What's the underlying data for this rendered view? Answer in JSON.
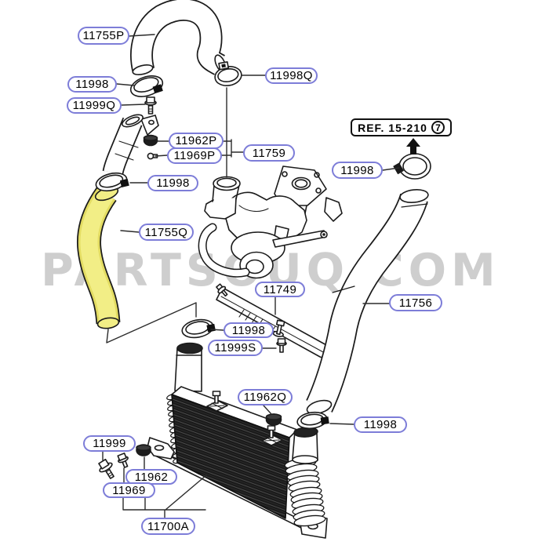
{
  "watermark": {
    "text": "PARTSOUQ.COM",
    "color": "#9e9e9e"
  },
  "ref_box": {
    "label": "REF. 15-210",
    "circled_number": "7"
  },
  "colors": {
    "label_border": "#7d7dd8",
    "line_art": "#1b1b1b",
    "highlighted_part_fill": "#f2ee86",
    "background": "#ffffff"
  },
  "highlighted_part": {
    "part_number": "11755Q"
  },
  "callouts": [
    {
      "id": "c0",
      "part_number": "11755P",
      "points_to": "upper-u-hose"
    },
    {
      "id": "c1",
      "part_number": "11998",
      "points_to": "clamp-u-hose-left"
    },
    {
      "id": "c2",
      "part_number": "11999Q",
      "points_to": "bolt-upper-pipe"
    },
    {
      "id": "c3",
      "part_number": "11998Q",
      "points_to": "clamp-u-hose-right"
    },
    {
      "id": "c4",
      "part_number": "11962P",
      "points_to": "nut-upper-pipe"
    },
    {
      "id": "c5",
      "part_number": "11969P",
      "points_to": "bolt-washer-upper-pipe"
    },
    {
      "id": "c6",
      "part_number": "11759",
      "points_to": "turbocharger-assembly"
    },
    {
      "id": "c7",
      "part_number": "11998",
      "points_to": "clamp-right-hose-top"
    },
    {
      "id": "c8",
      "part_number": "11998",
      "points_to": "clamp-yellow-hose-top"
    },
    {
      "id": "c9",
      "part_number": "11755Q",
      "points_to": "highlighted-hose"
    },
    {
      "id": "c10",
      "part_number": "11749",
      "points_to": "support-bracket"
    },
    {
      "id": "c11",
      "part_number": "11756",
      "points_to": "right-hose"
    },
    {
      "id": "c12",
      "part_number": "11998",
      "points_to": "clamp-intercooler-left"
    },
    {
      "id": "c13",
      "part_number": "11999S",
      "points_to": "bolt-bracket"
    },
    {
      "id": "c14",
      "part_number": "11962Q",
      "points_to": "grommet-intercooler-right"
    },
    {
      "id": "c15",
      "part_number": "11998",
      "points_to": "clamp-intercooler-right"
    },
    {
      "id": "c16",
      "part_number": "11999",
      "points_to": "bolt-lower-left"
    },
    {
      "id": "c17",
      "part_number": "11962",
      "points_to": "grommet-lower-left"
    },
    {
      "id": "c18",
      "part_number": "11969",
      "points_to": "bolt-small-lower-left"
    },
    {
      "id": "c19",
      "part_number": "11700A",
      "points_to": "intercooler-assembly"
    }
  ]
}
